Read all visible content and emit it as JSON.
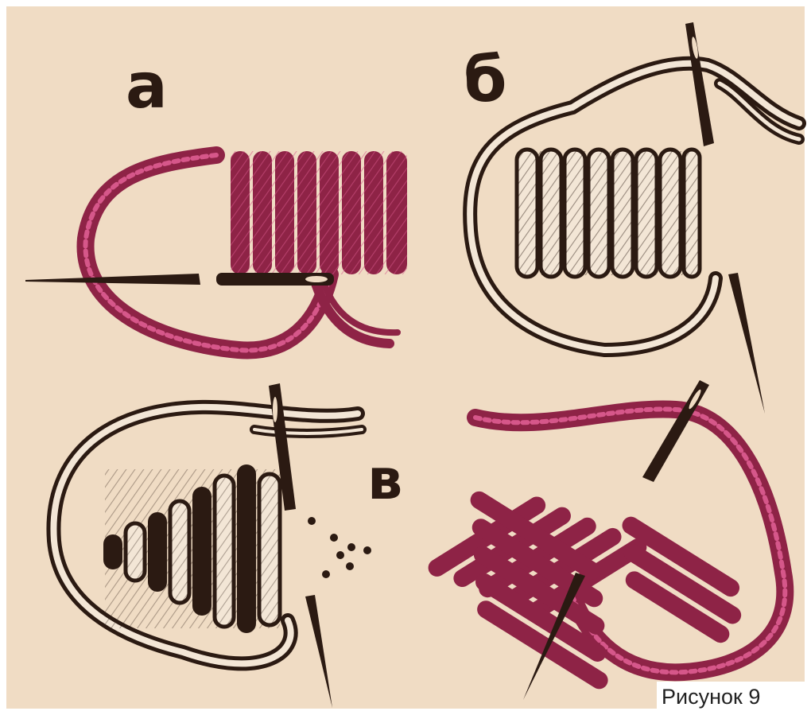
{
  "figure": {
    "panels": [
      {
        "label": "а"
      },
      {
        "label": "б"
      },
      {
        "label": "в"
      }
    ],
    "caption": "Рисунок 9"
  },
  "colors": {
    "background": "#f0dcc4",
    "thread_magenta": "#8e2346",
    "thread_highlight": "#d6578a",
    "ink": "#2b1a12",
    "thread_light": "#f3e6d6"
  },
  "icons": [
    "needle-icon",
    "thread-icon",
    "satin-stitch-icon"
  ]
}
